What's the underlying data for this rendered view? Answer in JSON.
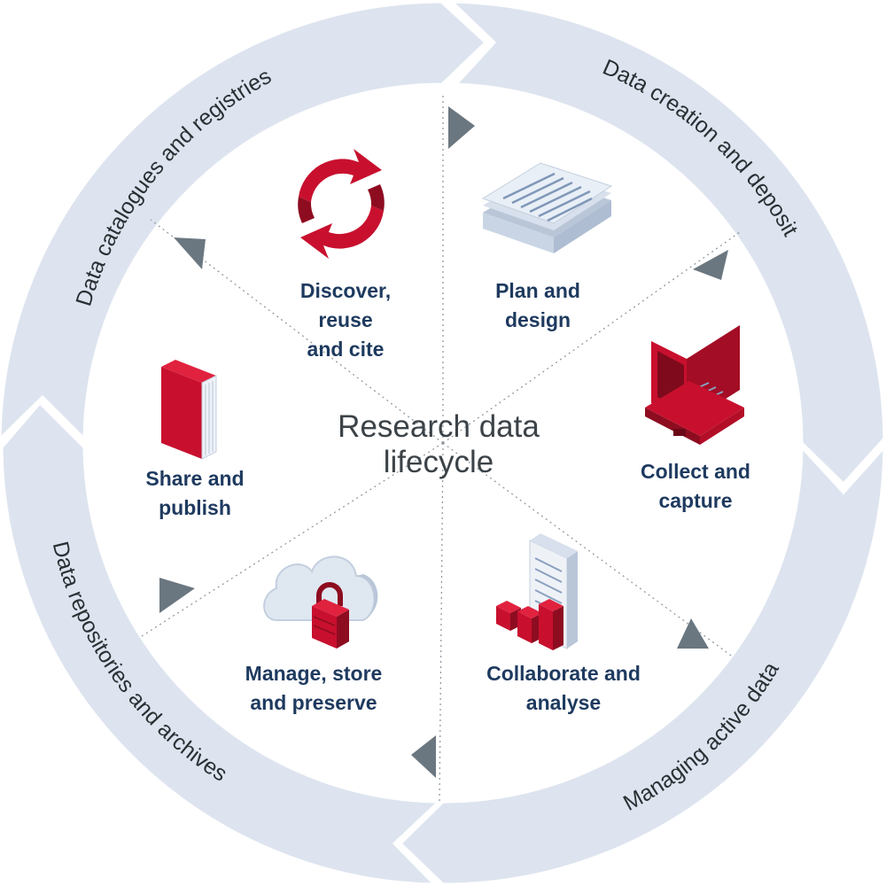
{
  "center": {
    "line1": "Research data",
    "line2": "lifecycle"
  },
  "ring_labels": [
    {
      "text": "Data catalogues and registries"
    },
    {
      "text": "Data creation and deposit"
    },
    {
      "text": "Managing active data"
    },
    {
      "text": "Data repositories and archives"
    }
  ],
  "stages": [
    {
      "lines": [
        "Discover,",
        "reuse",
        "and cite"
      ],
      "icon": "refresh-cycle-icon"
    },
    {
      "lines": [
        "Plan and",
        "design"
      ],
      "icon": "document-stack-icon"
    },
    {
      "lines": [
        "Collect and",
        "capture"
      ],
      "icon": "briefcase-icon"
    },
    {
      "lines": [
        "Collaborate and",
        "analyse"
      ],
      "icon": "report-chart-icon"
    },
    {
      "lines": [
        "Manage, store",
        "and preserve"
      ],
      "icon": "cloud-lock-icon"
    },
    {
      "lines": [
        "Share and",
        "publish"
      ],
      "icon": "book-icon"
    }
  ],
  "colors": {
    "ring": "#dde4ef",
    "accent_red": "#c8102e",
    "label_navy": "#1e3a5f",
    "arrow_grey": "#6b7780"
  }
}
